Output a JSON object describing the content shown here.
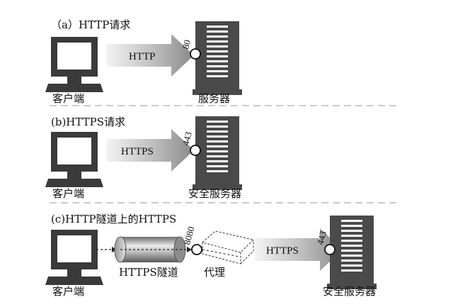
{
  "panels": {
    "a": {
      "title": "（a）HTTP请求",
      "client_label": "客户端",
      "arrow_label": "HTTP",
      "port": "80",
      "server_label": "服务器"
    },
    "b": {
      "title": "(b)HTTPS请求",
      "client_label": "客户端",
      "arrow_label": "HTTPS",
      "port": "443",
      "server_label": "安全服务器"
    },
    "c": {
      "title": "(c)HTTP隧道上的HTTPS",
      "client_label": "客户端",
      "tunnel_label": "HTTPS隧道",
      "proxy_port": "8080",
      "proxy_label": "代理",
      "arrow_label": "HTTPS",
      "port": "443",
      "server_label": "安全服务器"
    }
  },
  "colors": {
    "ink": "#1a1a1a",
    "monitor": "#3a3a3a",
    "server": "#4a4a4a",
    "arrow_start": "#f2f2f2",
    "arrow_end": "#8a8a8a",
    "divider": "#9a9a9a"
  }
}
